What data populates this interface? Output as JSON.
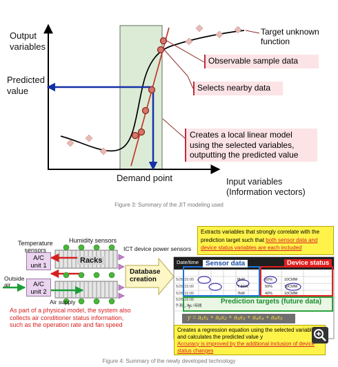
{
  "figure3": {
    "y_axis_label": [
      "Output",
      "variables"
    ],
    "x_axis_label": [
      "Input variables",
      "(Information vectors)"
    ],
    "predicted_value_label": [
      "Predicted",
      "value"
    ],
    "demand_point_label": "Demand point",
    "callouts": {
      "target_unknown": [
        "Target unknown",
        "function"
      ],
      "observable": "Observable sample data",
      "selects": "Selects nearby data",
      "local_model": [
        "Creates a local linear model",
        "using the selected variables,",
        "outputting the predicted value"
      ]
    },
    "caption": "Figure 3: Summary of the JIT modeling used"
  },
  "figure4": {
    "temperature_sensors": [
      "Temperature",
      "sensors"
    ],
    "humidity_sensors": "Humidity sensors",
    "ict_power_sensors": "ICT device power sensors",
    "ac_unit_1": [
      "A/C",
      "unit 1"
    ],
    "ac_unit_2": [
      "A/C",
      "unit 2"
    ],
    "racks": "Racks",
    "outside_air": [
      "Outside",
      "air"
    ],
    "air_supply": "Air supply",
    "database_creation": [
      "Database",
      "creation"
    ],
    "physical_model_note": [
      "As part of a physical model, the system also",
      "collects air conditioner status information,",
      "such as the operation rate and fan speed"
    ],
    "extracts_note": {
      "line1": "Extracts variables that strongly correlate with the",
      "line2_plain": "prediction target such that ",
      "line2_red": "both sensor data and",
      "line3_red": "device status variables are each included"
    },
    "regression_note": {
      "line1": "Creates a regression equation using the selected variables",
      "line2": "and calculates the predicted value y",
      "line3_red": "Accuracy is improved by the additional inclusion of device",
      "line4_red": "status changes"
    },
    "table": {
      "date_time_header": "Date/time",
      "sensor_data_label": "Sensor data",
      "device_status_label": "Device status",
      "prediction_targets_label": "Prediction targets (future data)",
      "rows": [
        "5/26 15:00",
        "5/26 15:00",
        "5/26 15:00",
        "5/26 16:00"
      ],
      "future_row_label": "予測したい時間",
      "cell_values": [
        "8kW",
        "7.8kW",
        "7kW",
        "60%",
        "50%",
        "40%",
        "10CMM",
        "10CMM",
        "10CMM"
      ],
      "unknown_mark": "?",
      "regression_equation": "y = a₁x₁ + a₂x₂ + a₃x₃ + a₄x₄ + a₅x₅"
    },
    "caption": "Figure 4: Summary of the newly developed technology"
  },
  "zoom_icon": "magnifier-plus-icon"
}
